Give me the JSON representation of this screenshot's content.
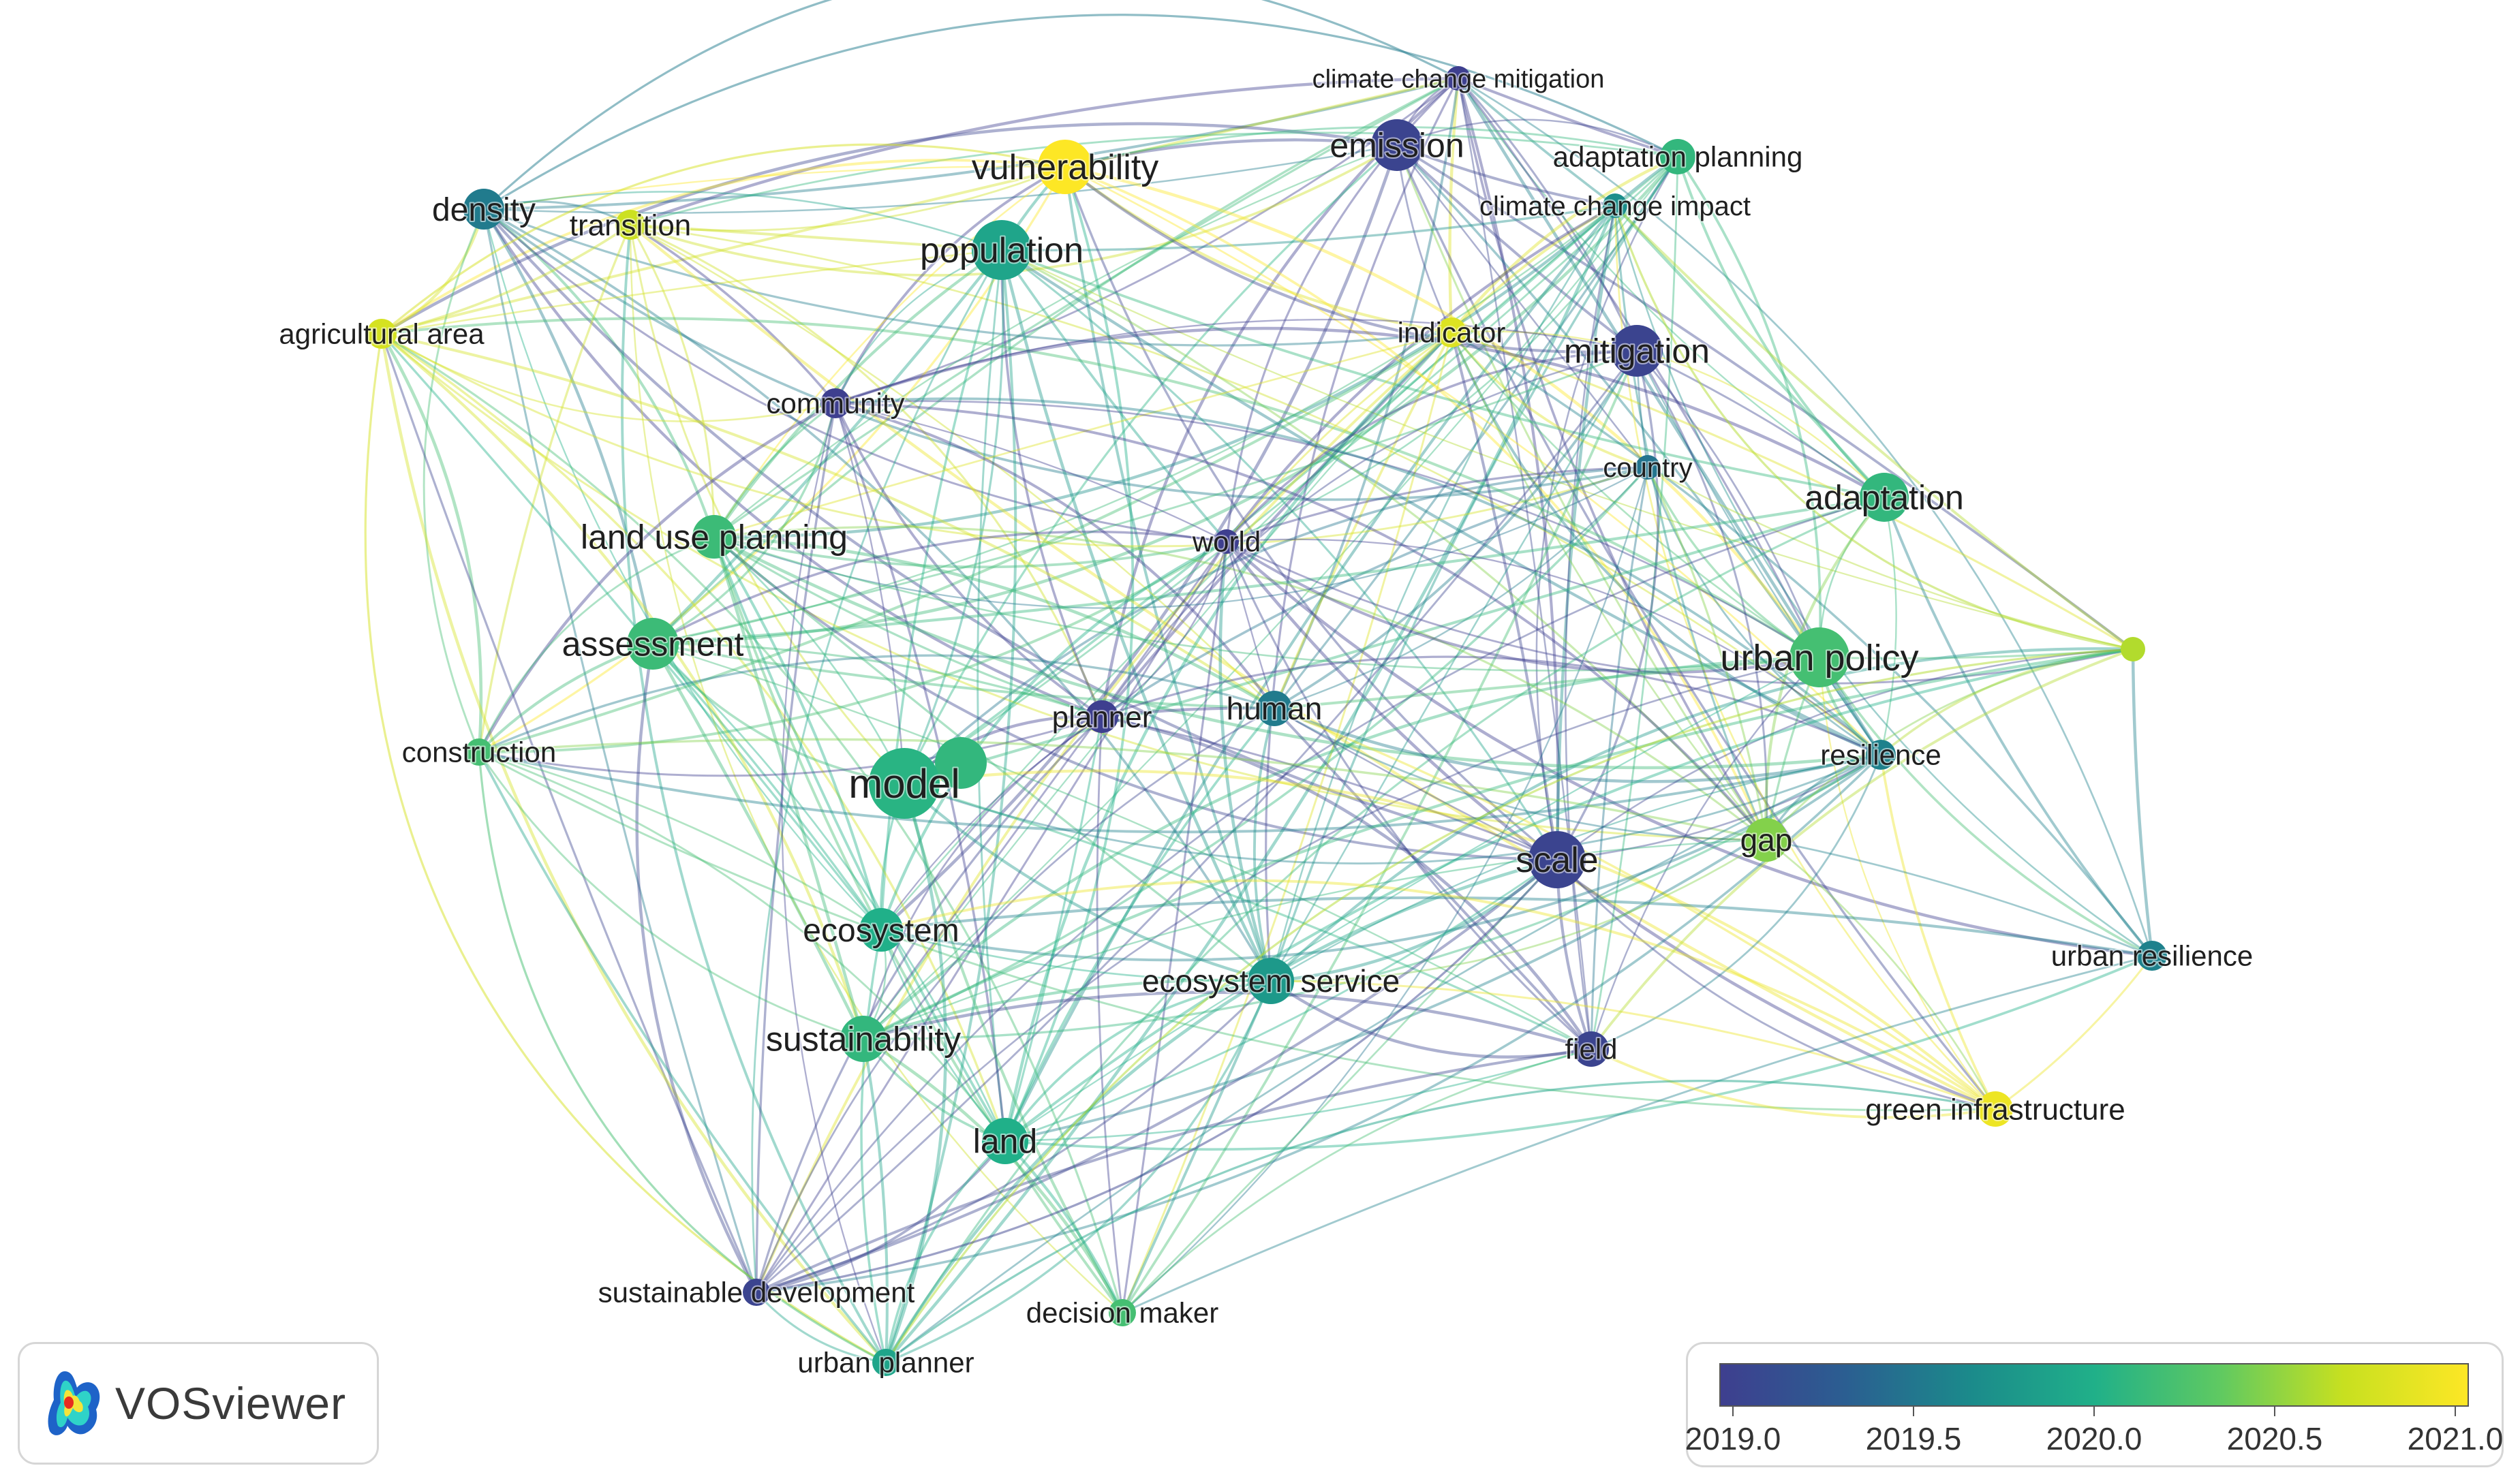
{
  "nodes": [
    {
      "id": "climate-change-mitigation",
      "label": "climate change mitigation",
      "year": 2019.0
    },
    {
      "id": "emission",
      "label": "emission",
      "year": 2019.05
    },
    {
      "id": "adaptation-planning",
      "label": "adaptation planning",
      "year": 2020.1
    },
    {
      "id": "climate-change-impact",
      "label": "climate change impact",
      "year": 2019.7
    },
    {
      "id": "vulnerability",
      "label": "vulnerability",
      "year": 2021.0
    },
    {
      "id": "density",
      "label": "density",
      "year": 2019.55
    },
    {
      "id": "transition",
      "label": "transition",
      "year": 2020.7
    },
    {
      "id": "population",
      "label": "population",
      "year": 2019.9
    },
    {
      "id": "agricultural-area",
      "label": "agricultural area",
      "year": 2020.75
    },
    {
      "id": "indicator",
      "label": "indicator",
      "year": 2020.8
    },
    {
      "id": "mitigation",
      "label": "mitigation",
      "year": 2019.05
    },
    {
      "id": "community",
      "label": "community",
      "year": 2019.0
    },
    {
      "id": "country",
      "label": "country",
      "year": 2019.5
    },
    {
      "id": "adaptation",
      "label": "adaptation",
      "year": 2020.1
    },
    {
      "id": "land-use-planning",
      "label": "land use planning",
      "year": 2020.15
    },
    {
      "id": "world",
      "label": "world",
      "year": 2019.0
    },
    {
      "id": "assessment",
      "label": "assessment",
      "year": 2020.15
    },
    {
      "id": "urban-policy",
      "label": "urban policy",
      "year": 2020.2
    },
    {
      "id": "human",
      "label": "human",
      "year": 2019.55
    },
    {
      "id": "planner",
      "label": "planner",
      "year": 2019.0
    },
    {
      "id": "construction",
      "label": "construction",
      "year": 2020.2
    },
    {
      "id": "model",
      "label": "model",
      "year": 2020.05
    },
    {
      "id": "resilience",
      "label": "resilience",
      "year": 2019.6
    },
    {
      "id": "gap",
      "label": "gap",
      "year": 2020.45
    },
    {
      "id": "scale",
      "label": "scale",
      "year": 2019.05
    },
    {
      "id": "ecosystem",
      "label": "ecosystem",
      "year": 2020.0
    },
    {
      "id": "ecosystem-service",
      "label": "ecosystem service",
      "year": 2019.8
    },
    {
      "id": "urban-resilience",
      "label": "urban resilience",
      "year": 2019.6
    },
    {
      "id": "sustainability",
      "label": "sustainability",
      "year": 2020.1
    },
    {
      "id": "field",
      "label": "field",
      "year": 2019.05
    },
    {
      "id": "green-infrastructure",
      "label": "green infrastructure",
      "year": 2020.9
    },
    {
      "id": "land",
      "label": "land",
      "year": 2020.0
    },
    {
      "id": "sustainable-development",
      "label": "sustainable development",
      "year": 2019.05
    },
    {
      "id": "decision-maker",
      "label": "decision maker",
      "year": 2020.2
    },
    {
      "id": "urban-planner",
      "label": "urban planner",
      "year": 2019.9
    },
    {
      "id": "unlabeled-green",
      "label": "",
      "year": 2020.6
    }
  ],
  "logo": {
    "text": "VOSviewer"
  },
  "legend": {
    "labels": [
      "2019.0",
      "2019.5",
      "2020.0",
      "2020.5",
      "2021.0"
    ],
    "min": 2019.0,
    "max": 2021.0,
    "colors": [
      "#3e3f8f",
      "#2b5e91",
      "#1b8a8b",
      "#20b089",
      "#5ec962",
      "#c7e020",
      "#fde725"
    ]
  }
}
